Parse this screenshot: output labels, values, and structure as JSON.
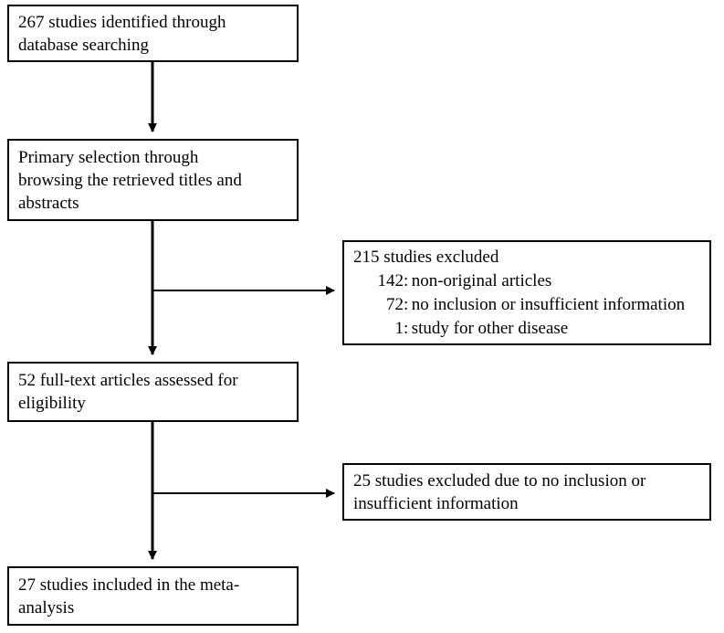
{
  "diagram": {
    "type": "prisma-flow-diagram",
    "stroke_color": "#000000",
    "background_color": "#ffffff",
    "boxes": {
      "identification": {
        "line1": "267 studies identified through",
        "line2": "database searching"
      },
      "screening": {
        "line1": "Primary selection through",
        "line2": "browsing the retrieved titles and",
        "line3": "abstracts"
      },
      "excluded_screening": {
        "heading": "215 studies excluded",
        "items": [
          {
            "count": "142",
            "colon": ":",
            "reason": "non-original articles"
          },
          {
            "count": "72",
            "colon": ":",
            "reason": "no inclusion or insufficient information"
          },
          {
            "count": "1",
            "colon": ":",
            "reason": "study for other disease"
          }
        ]
      },
      "eligibility": {
        "line1": "52 full-text articles assessed for",
        "line2": "eligibility"
      },
      "excluded_eligibility": {
        "line1": "25 studies excluded due to no inclusion or",
        "line2": "insufficient information"
      },
      "included": {
        "line1": "27 studies included in the meta-",
        "line2": "analysis"
      }
    }
  }
}
